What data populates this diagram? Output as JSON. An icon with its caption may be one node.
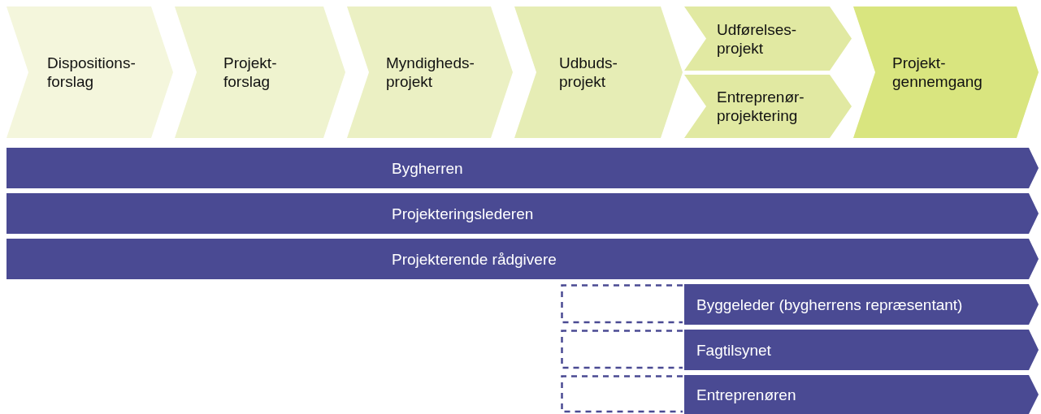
{
  "diagram": {
    "nodes": [
      {
        "text": [
          "Dispositions- forslag"
        ]
      },
      {
        "text": [
          "Projekt- forslag"
        ]
      },
      {
        "text": [
          "Myndigheds- projekt"
        ]
      },
      {
        "text": [
          "Udbuds- projekt"
        ]
      },
      {
        "text": [
          "Udførelses- projekt"
        ]
      },
      {
        "text": [
          "Entreprenør- projektering"
        ]
      },
      {
        "text": [
          "Projekt- gennemgang"
        ]
      },
      {
        "text": [
          "Bygherren"
        ]
      },
      {
        "text": [
          "Projekteringslederen"
        ]
      },
      {
        "text": [
          "Projekterende rådgivere"
        ]
      },
      {
        "text": [],
        "shape": "box"
      },
      {
        "text": [
          "Byggeleder (bygherrens repræsentant)"
        ]
      },
      {
        "text": [],
        "shape": "box"
      },
      {
        "text": [
          "Fagtilsynet"
        ]
      },
      {
        "text": [],
        "shape": "box"
      },
      {
        "text": [
          "Entreprenøren"
        ]
      }
    ]
  }
}
